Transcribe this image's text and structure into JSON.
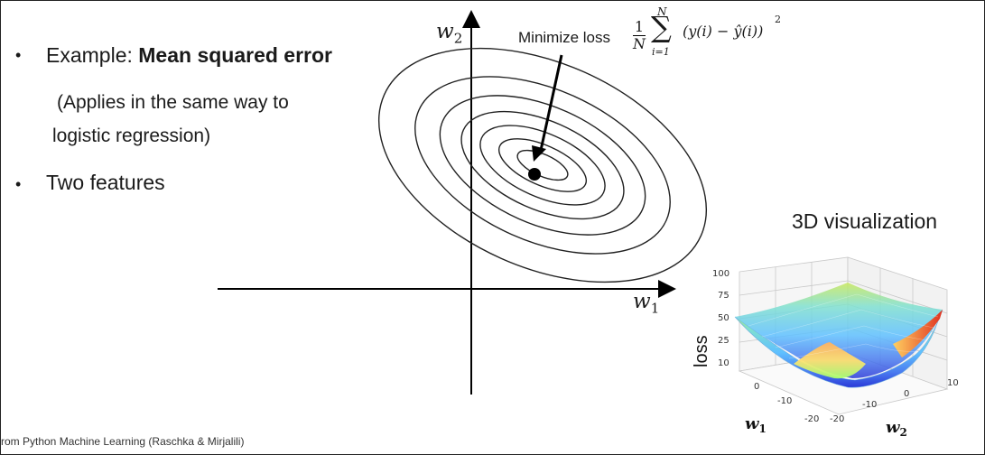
{
  "bullets": {
    "item1_prefix": "Example: ",
    "item1_bold": "Mean squared error",
    "sub_line1": "(Applies in the same way to",
    "sub_line2": "logistic regression)",
    "item2": "Two features",
    "bullet_symbol": "•"
  },
  "diagram": {
    "annotation": "Minimize loss",
    "w1_label": "w",
    "w1_sub": "1",
    "w2_label": "w",
    "w2_sub": "2",
    "formula": {
      "frac_num": "1",
      "frac_den": "N",
      "sum_top": "N",
      "sum_bottom": "i=1",
      "body": "(y(i) − ŷ(i))",
      "exponent": "2"
    }
  },
  "viz3d": {
    "title": "3D visualization",
    "zlabel": "loss",
    "z_ticks": [
      "100",
      "75",
      "50",
      "25",
      "10"
    ],
    "w1_ticks": [
      "0",
      "-10",
      "-20"
    ],
    "w2_ticks": [
      "10",
      "0",
      "-10",
      "-20"
    ],
    "w1_label": "w",
    "w1_sub": "1",
    "w2_label": "w",
    "w2_sub": "2"
  },
  "credit": "rom Python Machine Learning (Raschka & Mirjalili)"
}
